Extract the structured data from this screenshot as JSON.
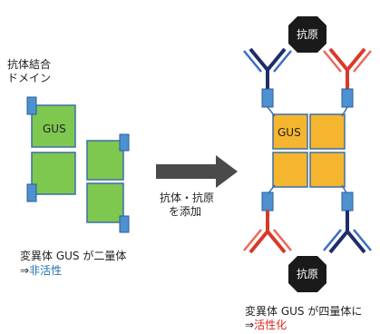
{
  "left": {
    "domain_label_line1": "抗体結合",
    "domain_label_line2": "ドメイン",
    "gus_label": "GUS",
    "caption_line1": "変異体 GUS が二量体",
    "caption_line2_prefix": "⇒",
    "caption_line2_state": "非活性"
  },
  "arrow": {
    "label_line1": "抗体・抗原",
    "label_line2": "を添加"
  },
  "right": {
    "antigen_top": "抗原",
    "antigen_bottom": "抗原",
    "gus_label": "GUS",
    "caption_line1": "変異体 GUS が四量体に",
    "caption_line2_prefix": "⇒",
    "caption_line2_state": "活性化"
  },
  "colors": {
    "green": "#7ec850",
    "orange": "#f5b52e",
    "domain_blue": "#4e91d2",
    "antibody_navy": "#1e2c6b",
    "antibody_red": "#d9392b",
    "antigen_black": "#1a1a1a",
    "inactive_blue": "#1f6fb5",
    "active_red": "#e22222"
  }
}
